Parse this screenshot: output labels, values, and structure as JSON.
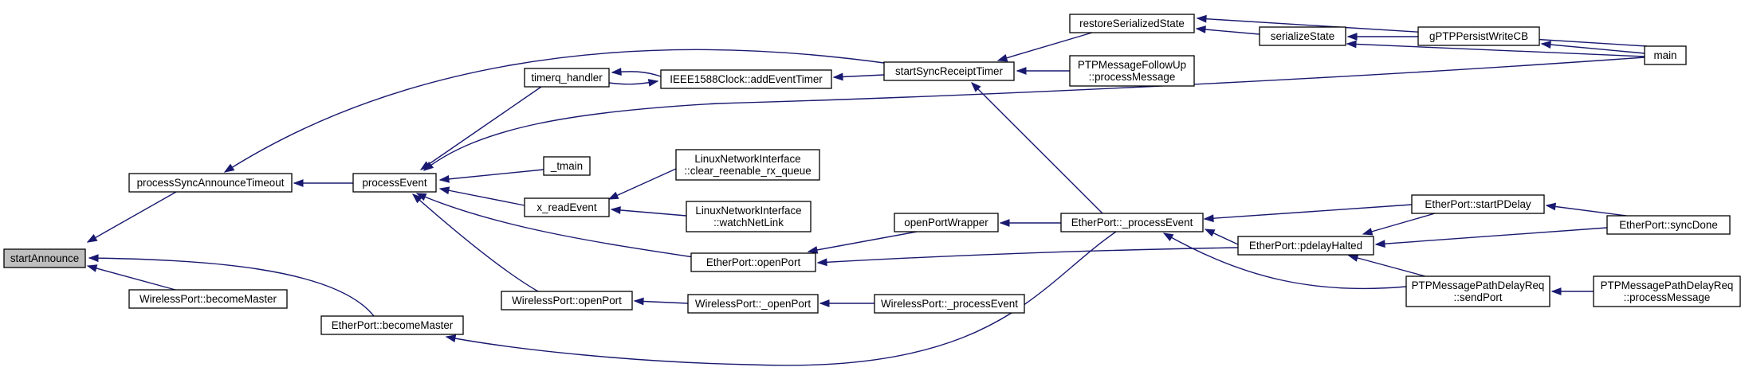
{
  "colors": {
    "edge": "#191970",
    "focus_node_fill": "#bfbfbf",
    "node_fill": "#ffffff",
    "node_border": "#000000"
  },
  "graph": {
    "nodes": [
      {
        "id": "startAnnounce",
        "lines": [
          "startAnnounce"
        ],
        "focus": true
      },
      {
        "id": "processSyncAnnounceTimeout",
        "lines": [
          "processSyncAnnounceTimeout"
        ]
      },
      {
        "id": "WirelessPort::becomeMaster",
        "lines": [
          "WirelessPort::becomeMaster"
        ]
      },
      {
        "id": "EtherPort::becomeMaster",
        "lines": [
          "EtherPort::becomeMaster"
        ]
      },
      {
        "id": "processEvent",
        "lines": [
          "processEvent"
        ]
      },
      {
        "id": "startSyncReceiptTimer",
        "lines": [
          "startSyncReceiptTimer"
        ]
      },
      {
        "id": "timerq_handler",
        "lines": [
          "timerq_handler"
        ]
      },
      {
        "id": "_tmain",
        "lines": [
          "_tmain"
        ]
      },
      {
        "id": "x_readEvent",
        "lines": [
          "x_readEvent"
        ]
      },
      {
        "id": "EtherPort::openPort",
        "lines": [
          "EtherPort::openPort"
        ]
      },
      {
        "id": "WirelessPort::openPort",
        "lines": [
          "WirelessPort::openPort"
        ]
      },
      {
        "id": "main",
        "lines": [
          "main"
        ]
      },
      {
        "id": "IEEE1588Clock::addEventTimer",
        "lines": [
          "IEEE1588Clock::addEventTimer"
        ]
      },
      {
        "id": "restoreSerializedState",
        "lines": [
          "restoreSerializedState"
        ]
      },
      {
        "id": "PTPMessageFollowUp::processMessage",
        "lines": [
          "PTPMessageFollowUp",
          "::processMessage"
        ]
      },
      {
        "id": "EtherPort::_processEvent",
        "lines": [
          "EtherPort::_processEvent"
        ]
      },
      {
        "id": "serializeState",
        "lines": [
          "serializeState"
        ]
      },
      {
        "id": "gPTPPersistWriteCB",
        "lines": [
          "gPTPPersistWriteCB"
        ]
      },
      {
        "id": "LinuxNetworkInterface::clear_reenable_rx_queue",
        "lines": [
          "LinuxNetworkInterface",
          "::clear_reenable_rx_queue"
        ]
      },
      {
        "id": "LinuxNetworkInterface::watchNetLink",
        "lines": [
          "LinuxNetworkInterface",
          "::watchNetLink"
        ]
      },
      {
        "id": "openPortWrapper",
        "lines": [
          "openPortWrapper"
        ]
      },
      {
        "id": "WirelessPort::_openPort",
        "lines": [
          "WirelessPort::_openPort"
        ]
      },
      {
        "id": "WirelessPort::_processEvent",
        "lines": [
          "WirelessPort::_processEvent"
        ]
      },
      {
        "id": "EtherPort::startPDelay",
        "lines": [
          "EtherPort::startPDelay"
        ]
      },
      {
        "id": "EtherPort::pdelayHalted",
        "lines": [
          "EtherPort::pdelayHalted"
        ]
      },
      {
        "id": "PTPMessagePathDelayReq::sendPort",
        "lines": [
          "PTPMessagePathDelayReq",
          "::sendPort"
        ]
      },
      {
        "id": "EtherPort::syncDone",
        "lines": [
          "EtherPort::syncDone"
        ]
      },
      {
        "id": "PTPMessagePathDelayReq::processMessage",
        "lines": [
          "PTPMessagePathDelayReq",
          "::processMessage"
        ]
      }
    ]
  }
}
